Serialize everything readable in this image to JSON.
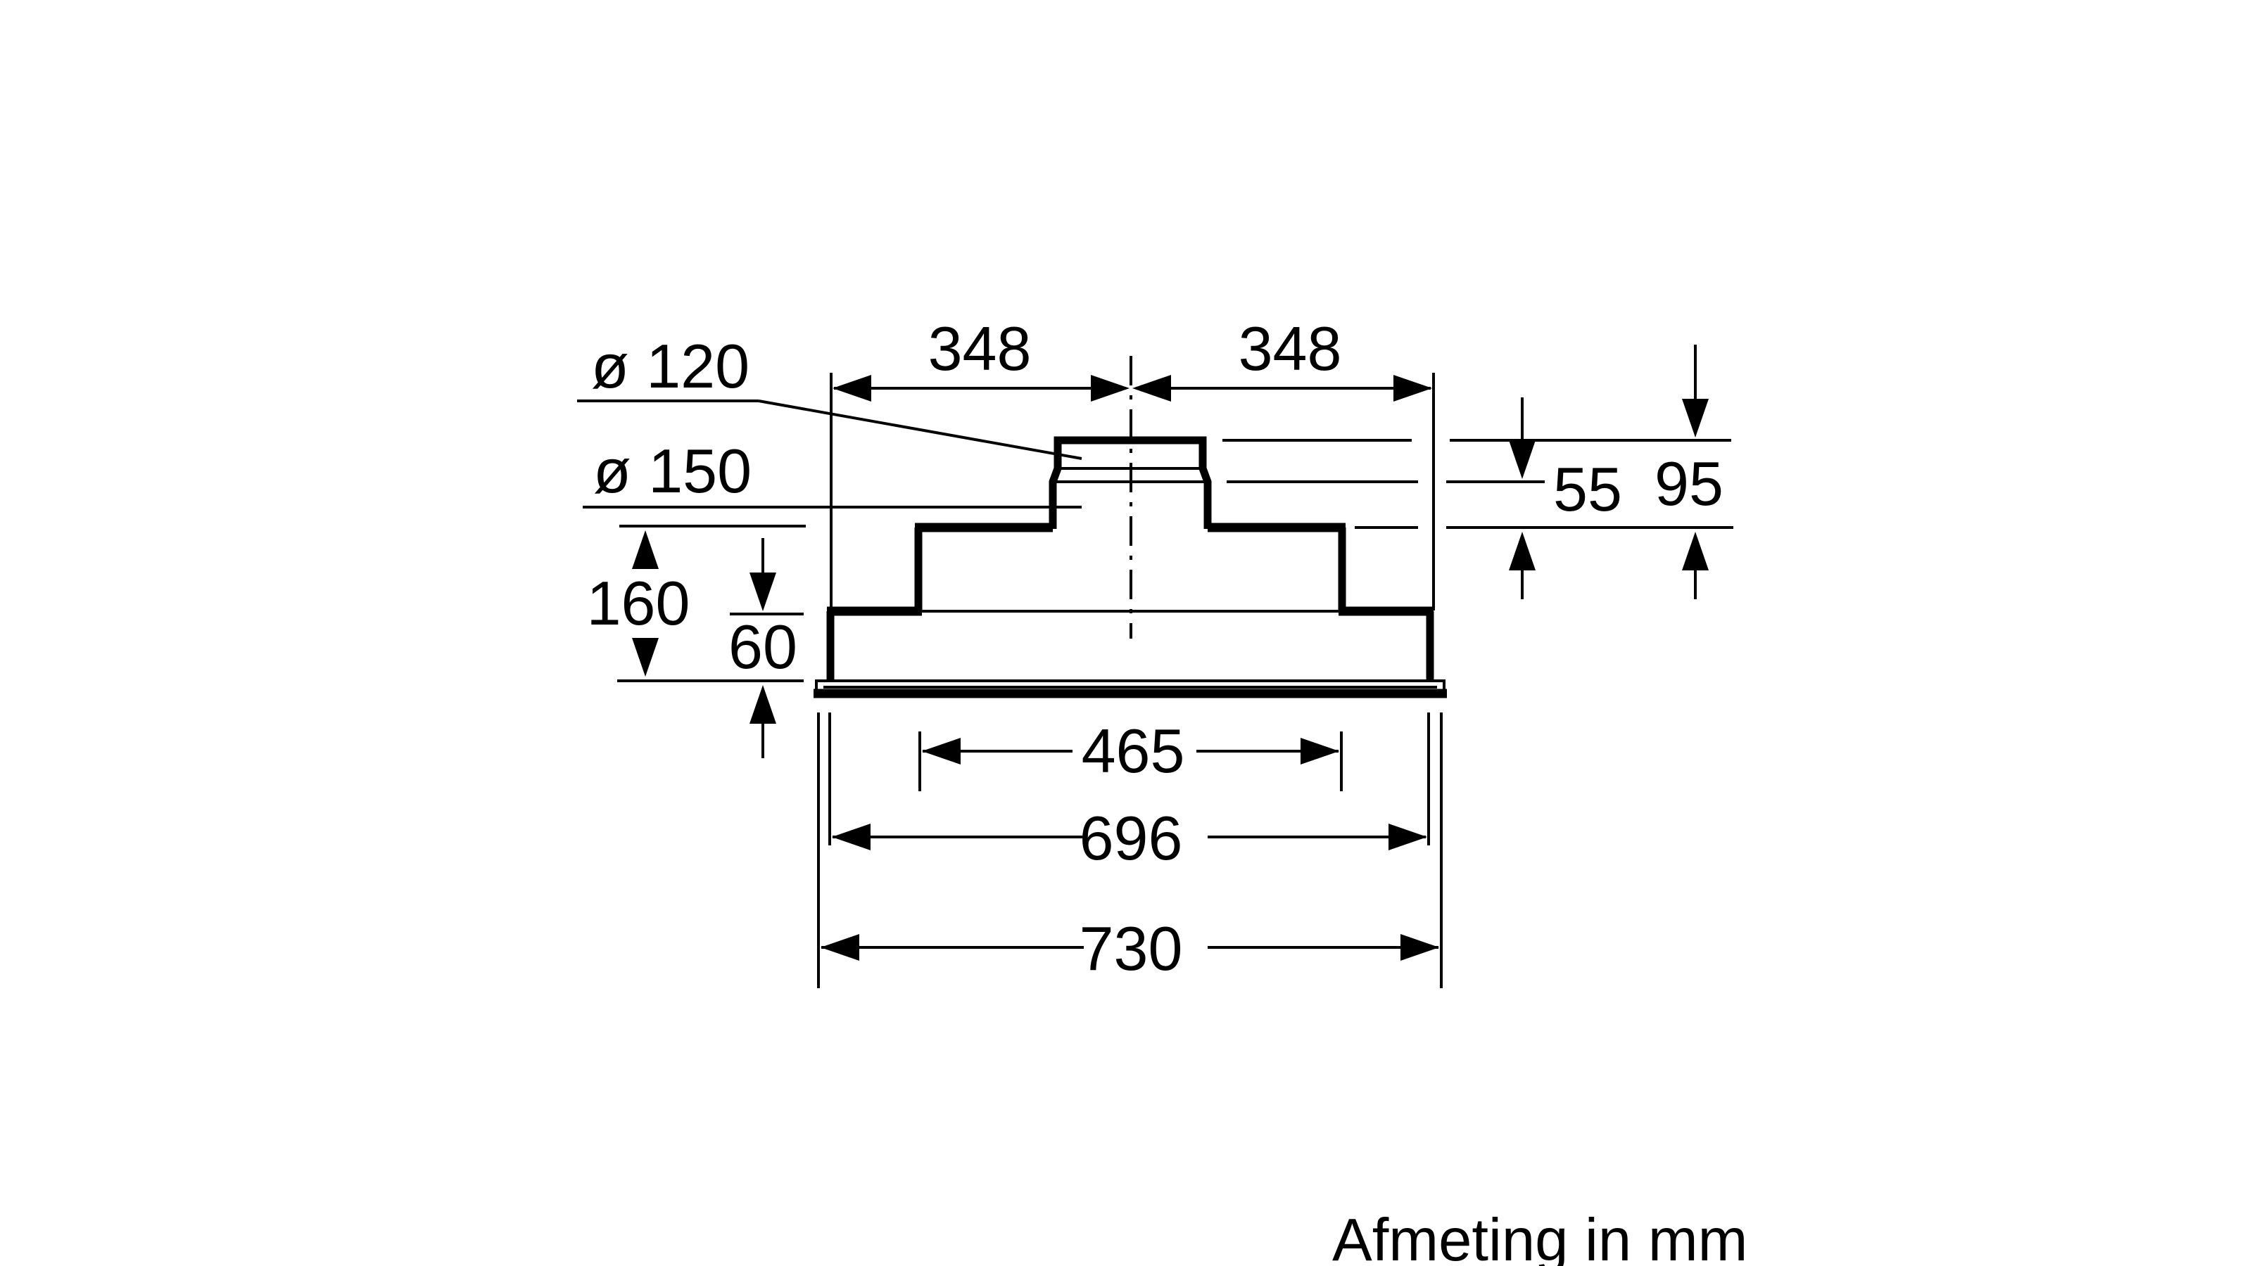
{
  "caption": "Afmeting in mm",
  "dimensions": {
    "half_width_left": "348",
    "half_width_right": "348",
    "duct_top_diameter": "ø 120",
    "duct_base_diameter": "ø 150",
    "duct_lower_section_height": "55",
    "duct_total_height": "95",
    "housing_height": "160",
    "base_section_height": "60",
    "inner_width": "465",
    "housing_width": "696",
    "frame_width": "730"
  }
}
